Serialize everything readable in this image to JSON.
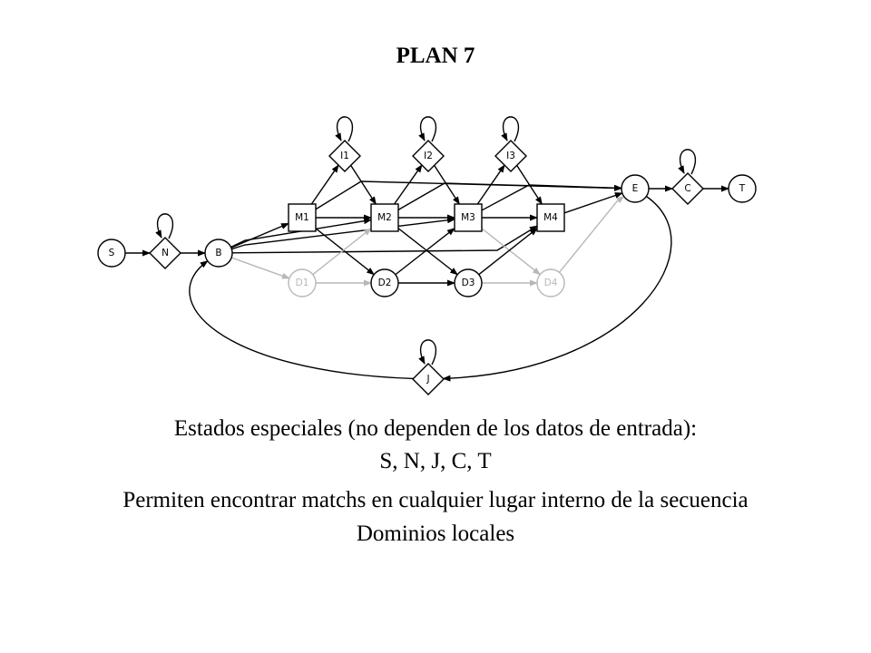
{
  "title": "PLAN 7",
  "colors": {
    "active": "#000000",
    "inactive": "#b8b8b8"
  },
  "diagram": {
    "nodes": [
      {
        "id": "S",
        "label": "S",
        "shape": "circle",
        "active": true
      },
      {
        "id": "N",
        "label": "N",
        "shape": "diamond",
        "active": true
      },
      {
        "id": "B",
        "label": "B",
        "shape": "circle",
        "active": true
      },
      {
        "id": "M1",
        "label": "M1",
        "shape": "square",
        "active": true
      },
      {
        "id": "M2",
        "label": "M2",
        "shape": "square",
        "active": true
      },
      {
        "id": "M3",
        "label": "M3",
        "shape": "square",
        "active": true
      },
      {
        "id": "M4",
        "label": "M4",
        "shape": "square",
        "active": true
      },
      {
        "id": "I1",
        "label": "I1",
        "shape": "diamond",
        "active": true
      },
      {
        "id": "I2",
        "label": "I2",
        "shape": "diamond",
        "active": true
      },
      {
        "id": "I3",
        "label": "I3",
        "shape": "diamond",
        "active": true
      },
      {
        "id": "D1",
        "label": "D1",
        "shape": "circle",
        "active": false
      },
      {
        "id": "D2",
        "label": "D2",
        "shape": "circle",
        "active": true
      },
      {
        "id": "D3",
        "label": "D3",
        "shape": "circle",
        "active": true
      },
      {
        "id": "D4",
        "label": "D4",
        "shape": "circle",
        "active": false
      },
      {
        "id": "E",
        "label": "E",
        "shape": "circle",
        "active": true
      },
      {
        "id": "C",
        "label": "C",
        "shape": "diamond",
        "active": true
      },
      {
        "id": "T",
        "label": "T",
        "shape": "circle",
        "active": true
      },
      {
        "id": "J",
        "label": "J",
        "shape": "diamond",
        "active": true
      }
    ]
  },
  "caption": {
    "line1": "Estados especiales (no dependen de los datos de entrada):",
    "line2": "S, N, J, C, T",
    "line3": "Permiten encontrar matchs en cualquier lugar interno de la secuencia",
    "line4": "Dominios locales"
  }
}
